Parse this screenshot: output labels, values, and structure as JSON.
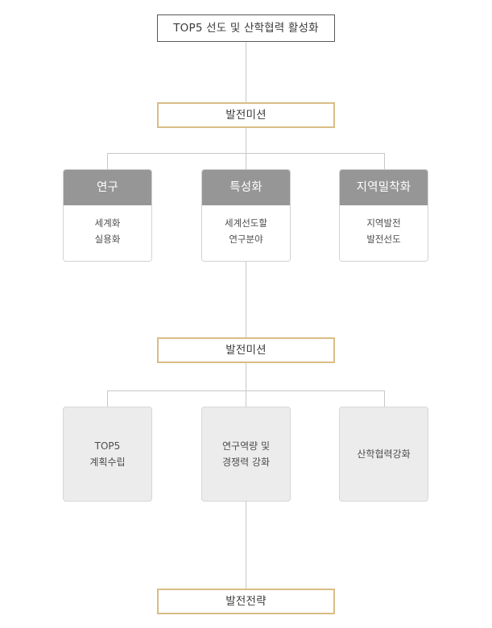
{
  "diagram": {
    "type": "organizational-strategy-tree",
    "title_box": {
      "label": "TOP5 선도 및 산학협력 활성화"
    },
    "bands": {
      "mission_1": {
        "label": "발전미션"
      },
      "mission_2": {
        "label": "발전미션"
      },
      "strategy": {
        "label": "발전전략"
      }
    },
    "pillar_cards": [
      {
        "header": "연구",
        "body": "세계화\n실용화"
      },
      {
        "header": "특성화",
        "body": "세계선도할\n연구분야"
      },
      {
        "header": "지역밀착화",
        "body": "지역발전\n발전선도"
      }
    ],
    "strategy_cards": [
      {
        "label": "TOP5\n계획수립"
      },
      {
        "label": "연구역량 및\n경쟁력 강화"
      },
      {
        "label": "산학협력강화"
      }
    ],
    "colors": {
      "title_border": "#58595b",
      "band_border": "#d9bd86",
      "card_header_fill": "#969696",
      "card_header_text": "#ffffff",
      "card_body_fill": "#ffffff",
      "plain_card_fill": "#ececec",
      "plain_card_border": "#d7d7d7",
      "connector": "#c8c8c8",
      "text": "#3b3b3b",
      "page_background": "#ffffff"
    }
  }
}
